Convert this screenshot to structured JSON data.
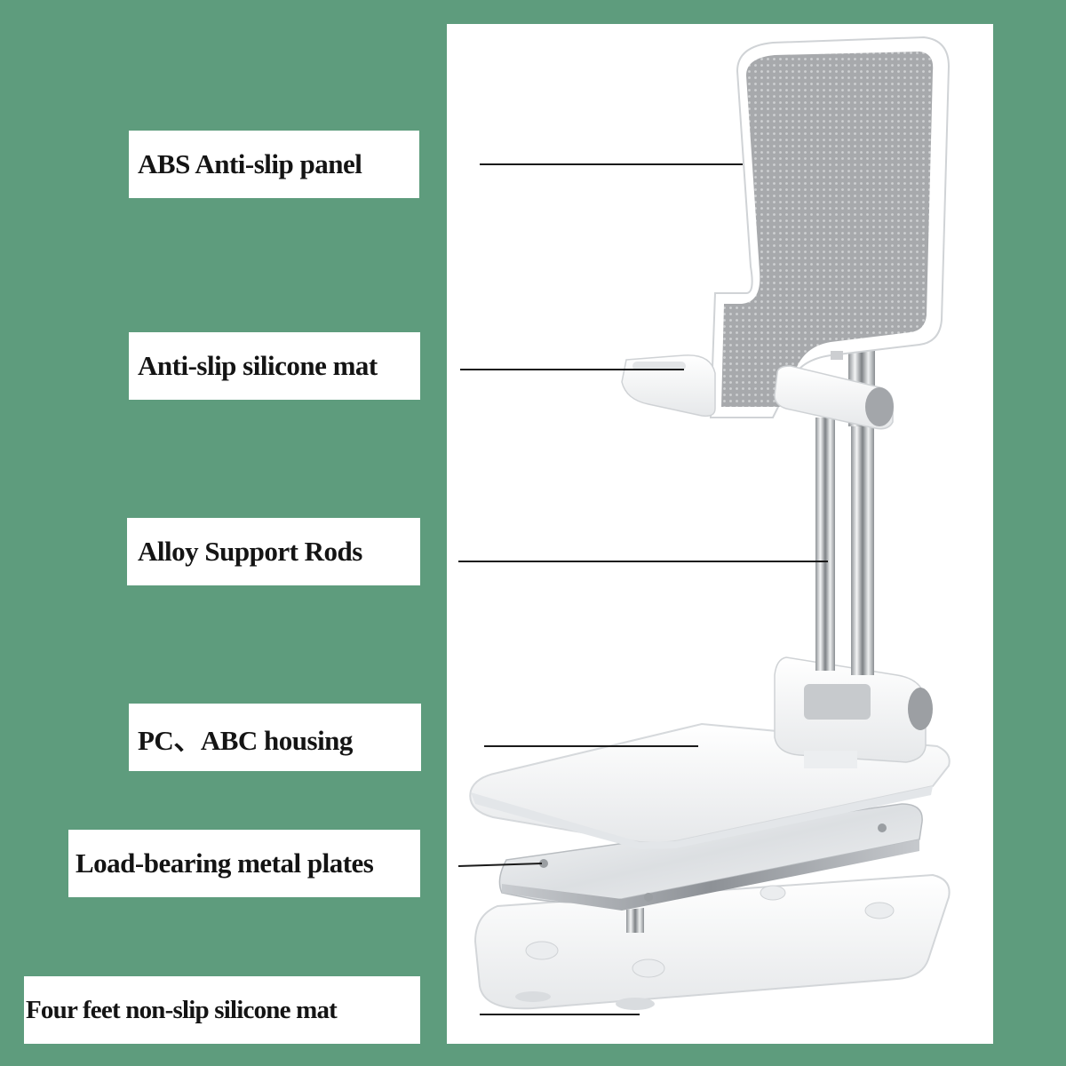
{
  "colors": {
    "background": "#5e9c7d",
    "panel": "#ffffff",
    "label_box": "#ffffff",
    "label_text": "#141414",
    "leader_line": "#1a1a1a"
  },
  "labels": [
    {
      "id": "abs-panel",
      "text": "ABS  Anti-slip  panel"
    },
    {
      "id": "silicone-mat",
      "text": "Anti-slip silicone mat"
    },
    {
      "id": "support-rods",
      "text": "Alloy Support Rods"
    },
    {
      "id": "housing",
      "text": "PC、ABC   housing"
    },
    {
      "id": "metal-plates",
      "text": "Load-bearing metal plates"
    },
    {
      "id": "feet-mat",
      "text": "Four feet non-slip silicone mat"
    }
  ]
}
